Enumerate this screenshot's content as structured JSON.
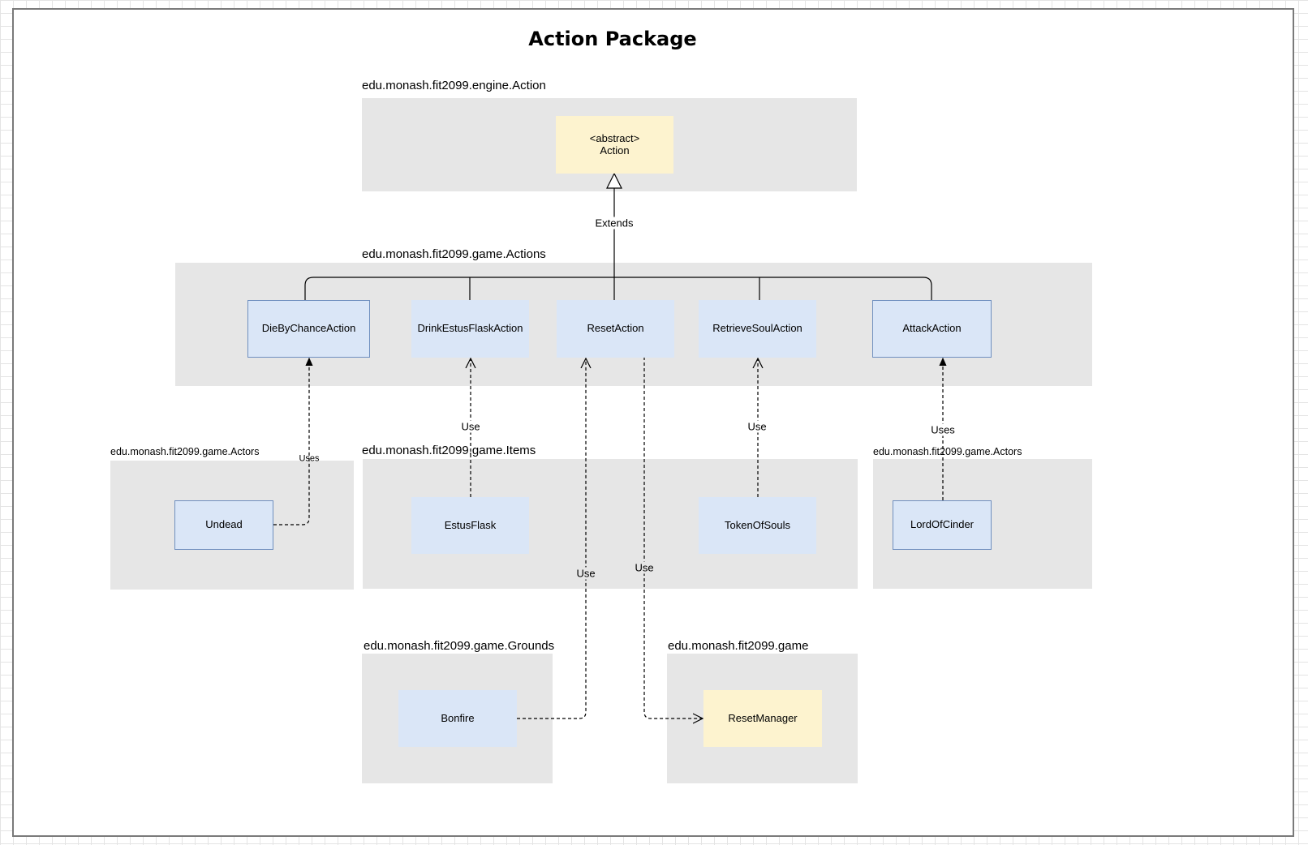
{
  "title": "Action Package",
  "packages": {
    "engine_action": "edu.monash.fit2099.engine.Action",
    "game_actions": "edu.monash.fit2099.game.Actions",
    "game_actors_left": "edu.monash.fit2099.game.Actors",
    "game_items": "edu.monash.fit2099.game.Items",
    "game_actors_right": "edu.monash.fit2099.game.Actors",
    "game_grounds": "edu.monash.fit2099.game.Grounds",
    "game": "edu.monash.fit2099.game"
  },
  "classes": {
    "action_stereotype": "<abstract>",
    "action_name": "Action",
    "die_by_chance": "DieByChanceAction",
    "drink_estus": "DrinkEstusFlaskAction",
    "reset_action": "ResetAction",
    "retrieve_soul": "RetrieveSoulAction",
    "attack_action": "AttackAction",
    "undead": "Undead",
    "estus_flask": "EstusFlask",
    "token_of_souls": "TokenOfSouls",
    "lord_of_cinder": "LordOfCinder",
    "bonfire": "Bonfire",
    "reset_manager": "ResetManager"
  },
  "edge_labels": {
    "extends": "Extends",
    "undead_uses": "Uses",
    "estus_use": "Use",
    "token_use": "Use",
    "lord_uses": "Uses",
    "bonfire_use": "Use",
    "reset_use": "Use"
  },
  "colors": {
    "package_bg": "#e6e6e6",
    "class_blue": "#dae6f7",
    "class_yellow": "#fdf3cf",
    "line": "#000000"
  }
}
